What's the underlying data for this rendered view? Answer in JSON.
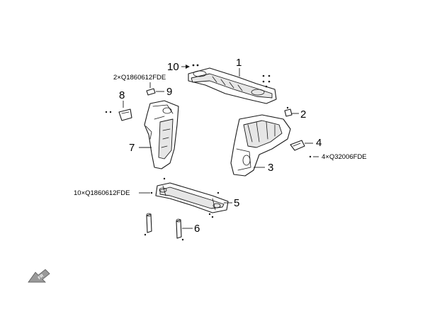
{
  "callouts": {
    "c1": "1",
    "c2": "2",
    "c3": "3",
    "c4": "4",
    "c5": "5",
    "c6": "6",
    "c7": "7",
    "c8": "8",
    "c9": "9",
    "c10": "10"
  },
  "fastener_notes": {
    "note_9": "2×Q1860612FDE",
    "note_4": "4×Q32006FDE",
    "note_5": "10×Q1860612FDE"
  },
  "direction_badge": {
    "label": "FR",
    "icon": "front-direction-arrow-icon"
  },
  "colors": {
    "line": "#1a1a1a",
    "background": "#ffffff",
    "badge": "#9a9a9a"
  }
}
